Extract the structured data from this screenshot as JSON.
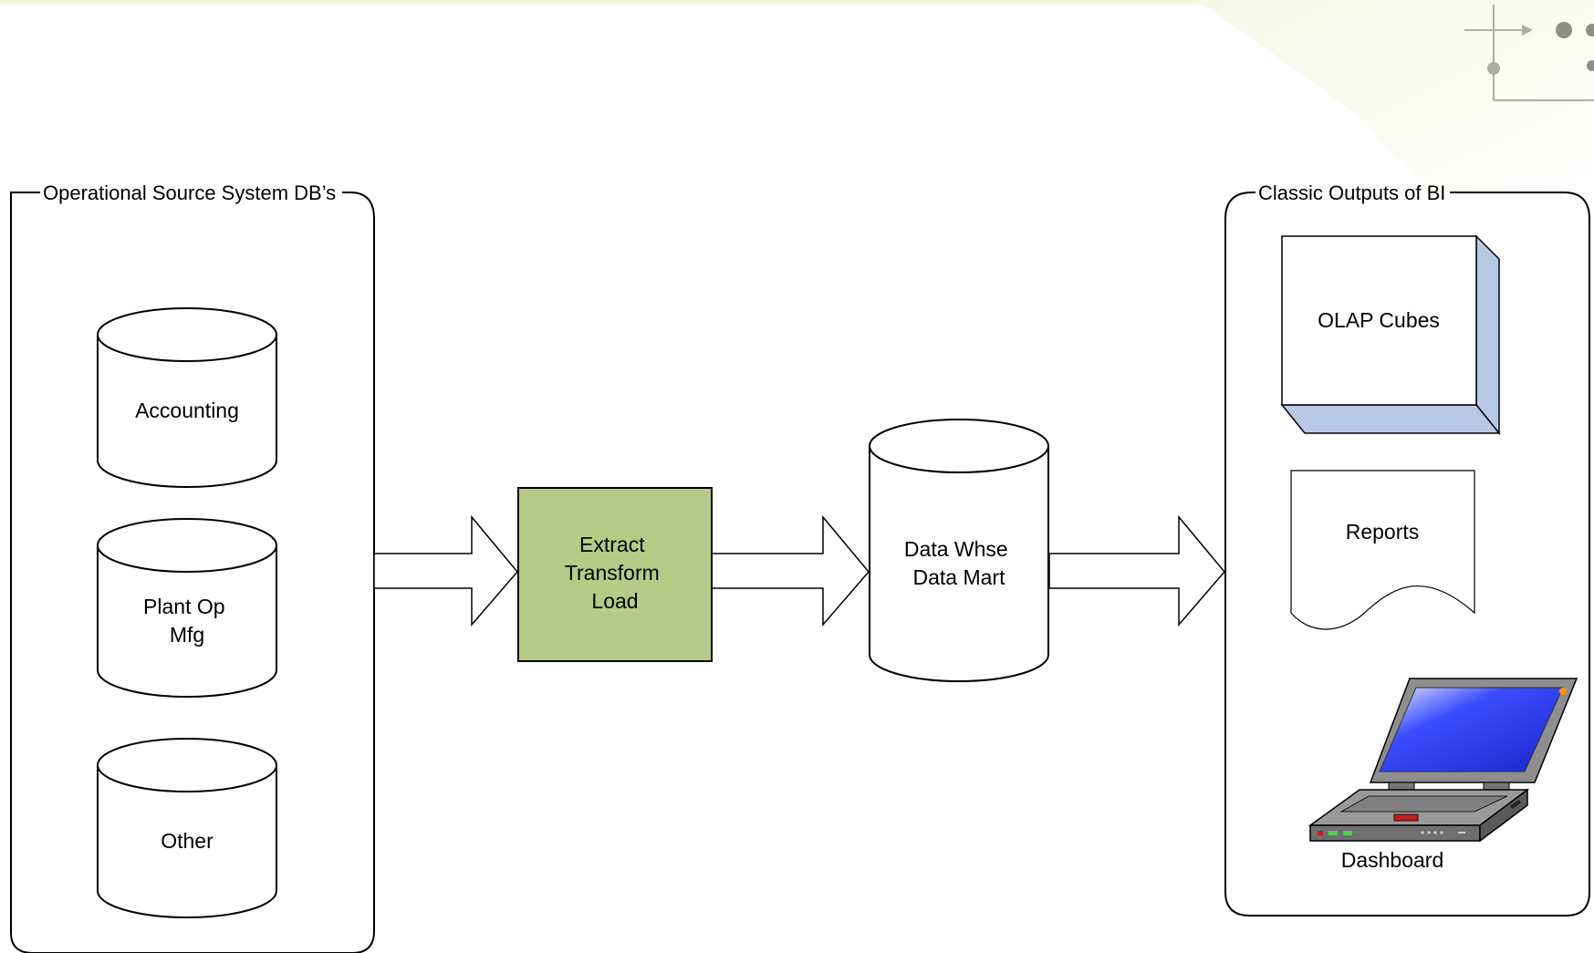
{
  "groups": {
    "sources": {
      "title": "Operational Source System DB’s",
      "items": [
        {
          "lines": [
            "Accounting"
          ]
        },
        {
          "lines": [
            "Plant Op",
            "Mfg"
          ]
        },
        {
          "lines": [
            "Other"
          ]
        }
      ]
    },
    "outputs": {
      "title": "Classic Outputs of BI",
      "items": [
        {
          "lines": [
            "OLAP Cubes"
          ]
        },
        {
          "lines": [
            "Reports"
          ]
        },
        {
          "lines": [
            "Dashboard"
          ]
        }
      ]
    }
  },
  "process": {
    "etl": {
      "lines": [
        "Extract",
        "Transform",
        "Load"
      ]
    },
    "warehouse": {
      "lines": [
        "Data Whse",
        "Data Mart"
      ]
    }
  },
  "colors": {
    "etl_fill": "#b7ca87",
    "cube_side": "#b8c9e6",
    "screen_blue": "#2a3cf0",
    "laptop_grey": "#8e8e8e",
    "background_tint": "#eef3cf"
  },
  "icons": {
    "dashboard": "laptop-icon",
    "cube": "cube-icon",
    "report": "document-icon",
    "database": "cylinder-icon",
    "flow": "block-arrow-icon"
  }
}
